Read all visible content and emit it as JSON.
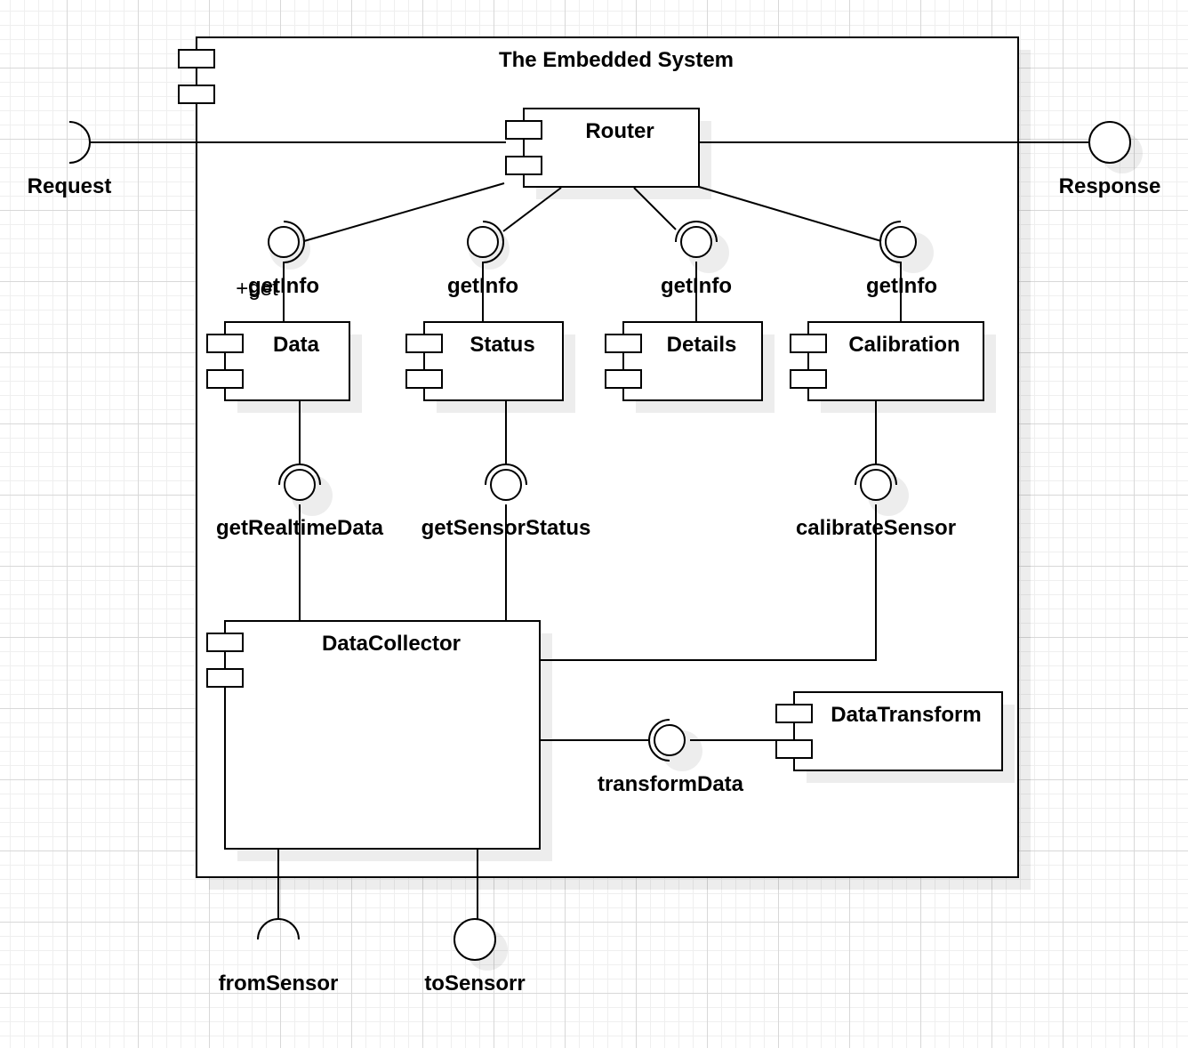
{
  "system": {
    "title": "The Embedded System"
  },
  "components": {
    "router": "Router",
    "data": "Data",
    "status": "Status",
    "details": "Details",
    "calibration": "Calibration",
    "data_collector": "DataCollector",
    "data_transform": "DataTransform"
  },
  "external_interfaces": {
    "request": "Request",
    "response": "Response",
    "from_sensor": "fromSensor",
    "to_sensor": "toSensorr"
  },
  "interfaces": {
    "data_get_info": "getInfo",
    "status_get_info": "getInfo",
    "details_get_info": "getInfo",
    "calibration_get_info": "getInfo",
    "get_realtime_data": "getRealtimeData",
    "get_sensor_status": "getSensorStatus",
    "calibrate_sensor": "calibrateSensor",
    "transform_data": "transformData"
  },
  "stray_label": "+get"
}
